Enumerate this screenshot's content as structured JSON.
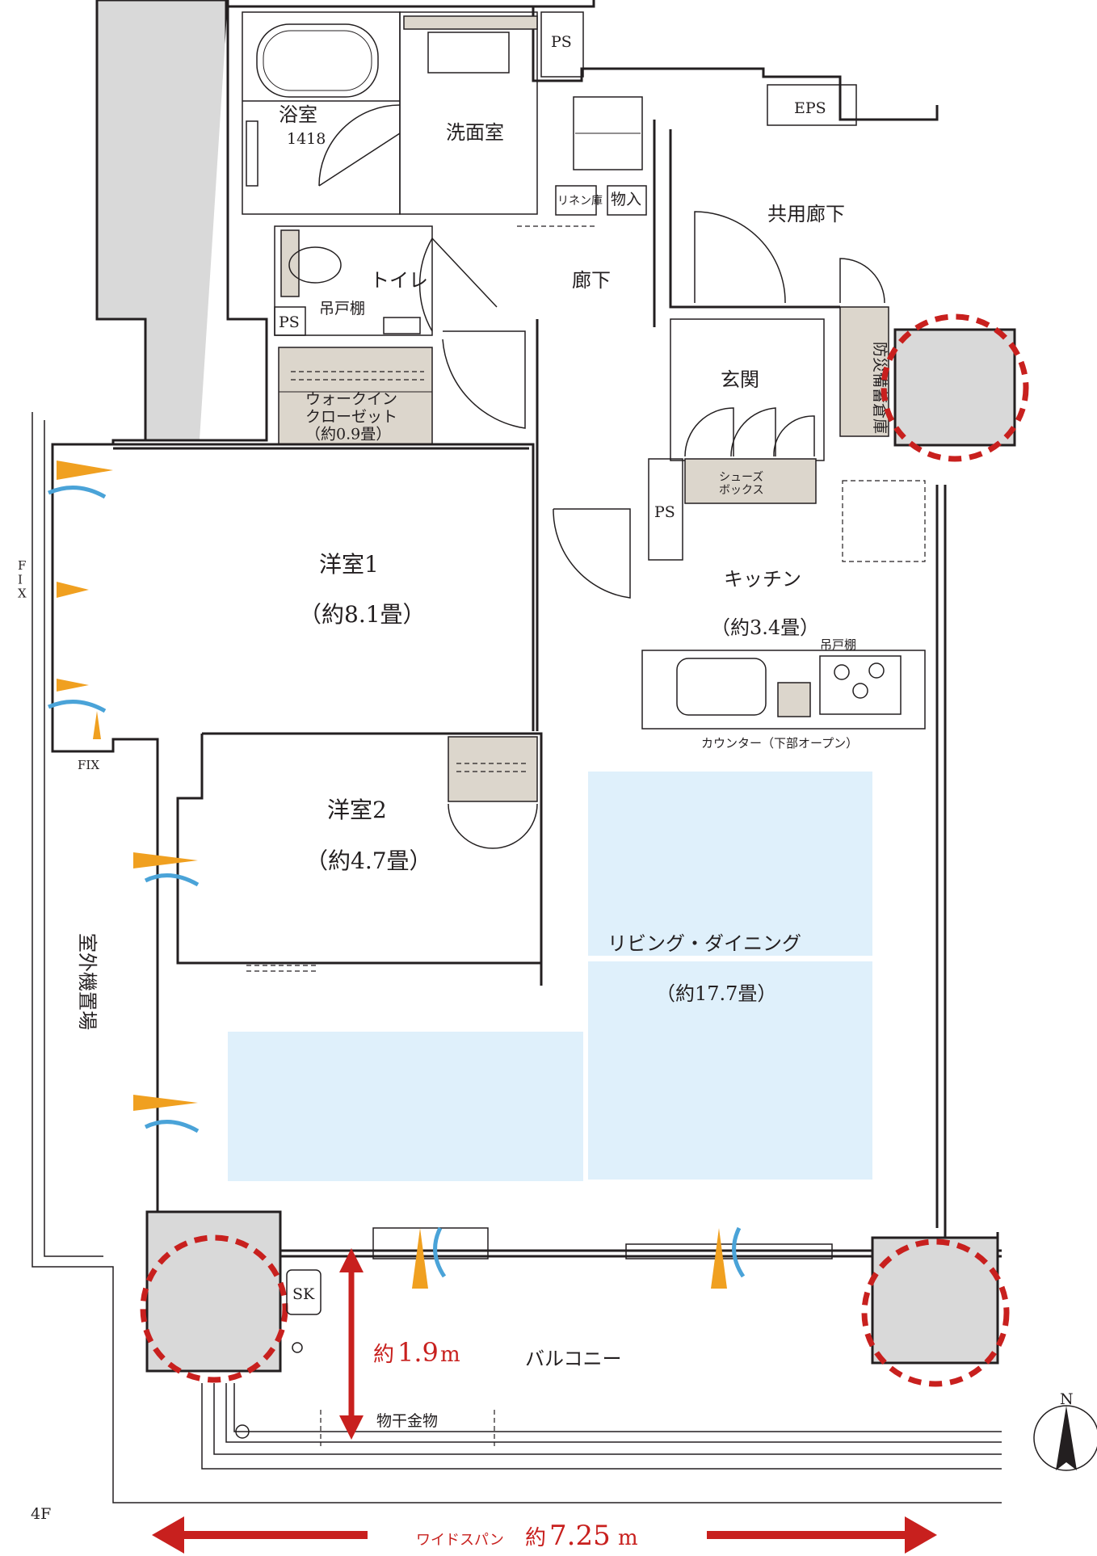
{
  "floor": "4F",
  "rooms": {
    "bath": "浴室",
    "bath_size": "1418",
    "washroom": "洗面室",
    "toilet": "トイレ",
    "hall": "廊下",
    "common_corridor": "共用廊下",
    "entrance": "玄関",
    "shoe_box": "シューズ\nボックス",
    "disaster_storage": "防災備蓄倉庫",
    "wic": "ウォークイン\nクローゼット\n（約0.9畳）",
    "western1": "洋室1",
    "western1_size": "（約8.1畳）",
    "western2": "洋室2",
    "western2_size": "（約4.7畳）",
    "kitchen": "キッチン",
    "kitchen_size": "（約3.4畳）",
    "living": "リビング・ダイニング",
    "living_size": "（約17.7畳）",
    "balcony": "バルコニー",
    "outdoor_unit": "室外機置場"
  },
  "labels": {
    "ps": "PS",
    "eps": "EPS",
    "linen": "リネン庫",
    "storage": "物入",
    "hanging_shelf": "吊戸棚",
    "counter": "カウンター（下部オープン）",
    "fix": "FIX",
    "fix_vertical": "F\nI\nX",
    "sk": "SK",
    "drying": "物干金物",
    "north": "N"
  },
  "dimensions": {
    "balcony_depth_prefix": "約",
    "balcony_depth_value": "1.9",
    "balcony_depth_unit": "m",
    "wide_span_label": "ワイドスパン",
    "wide_span_prefix": "約",
    "wide_span_value": "7.25",
    "wide_span_unit": "m"
  },
  "colors": {
    "accent_red": "#c8201e",
    "living_blue": "#dff0fb",
    "airflow_blue": "#4aa3d8",
    "airflow_orange": "#f0a020"
  }
}
